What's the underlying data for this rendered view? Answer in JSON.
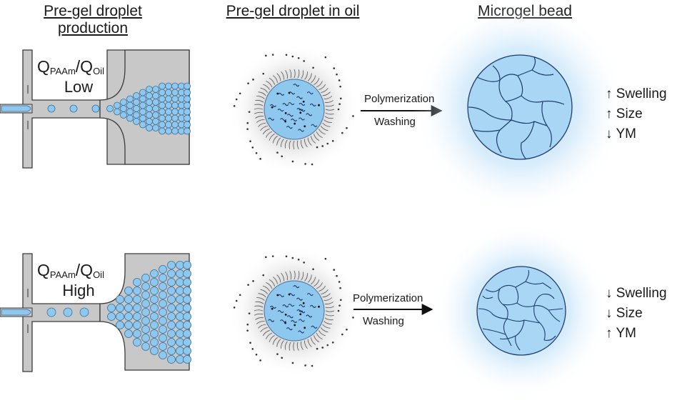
{
  "headers": {
    "production_line1": "Pre-gel droplet",
    "production_line2": "production",
    "in_oil": "Pre-gel droplet in oil",
    "bead": "Microgel bead"
  },
  "ratio": {
    "q1": "Q",
    "sub1": "PAAm",
    "slash": "/Q",
    "sub2": "Oil"
  },
  "rows": [
    {
      "rate": "Low",
      "step1": "Polymerization",
      "step2": "Washing",
      "effects": [
        {
          "arrow": "↑",
          "text": "Swelling"
        },
        {
          "arrow": "↑",
          "text": "Size"
        },
        {
          "arrow": "↓",
          "text": "YM"
        }
      ]
    },
    {
      "rate": "High",
      "step1": "Polymerization",
      "step2": "Washing",
      "effects": [
        {
          "arrow": "↓",
          "text": "Swelling"
        },
        {
          "arrow": "↓",
          "text": "Size"
        },
        {
          "arrow": "↑",
          "text": "YM"
        }
      ]
    }
  ],
  "colors": {
    "channel": "#c8c8c8",
    "droplet": "#8fc8ee",
    "bead_glow": "#9fd0f5",
    "network": "#1f3d6b"
  }
}
